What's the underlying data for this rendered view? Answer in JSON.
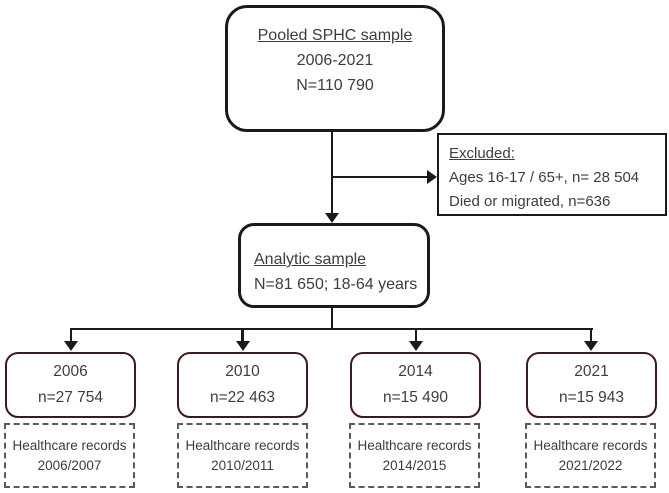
{
  "diagram": {
    "top_box": {
      "title": "Pooled SPHC sample",
      "line1": "2006-2021",
      "line2": "N=110 790"
    },
    "excluded_box": {
      "title": "Excluded:",
      "line1": "Ages 16-17 / 65+, n= 28 504",
      "line2": "Died or migrated, n=636"
    },
    "analytic_box": {
      "title": "Analytic sample",
      "line1": "N=81 650; 18-64 years"
    },
    "year_boxes": [
      {
        "year": "2006",
        "n": "n=27 754",
        "records_line1": "Healthcare records",
        "records_line2": "2006/2007"
      },
      {
        "year": "2010",
        "n": "n=22 463",
        "records_line1": "Healthcare records",
        "records_line2": "2010/2011"
      },
      {
        "year": "2014",
        "n": "n=15 490",
        "records_line1": "Healthcare records",
        "records_line2": "2014/2015"
      },
      {
        "year": "2021",
        "n": "n=15 943",
        "records_line1": "Healthcare records",
        "records_line2": "2021/2022"
      }
    ],
    "colors": {
      "line_and_border": "#1a1a1a",
      "year_box_border": "#3e1a1a",
      "dashed_border": "#5a5a5a",
      "text": "#3d3d3d",
      "background": "#ffffff"
    }
  }
}
